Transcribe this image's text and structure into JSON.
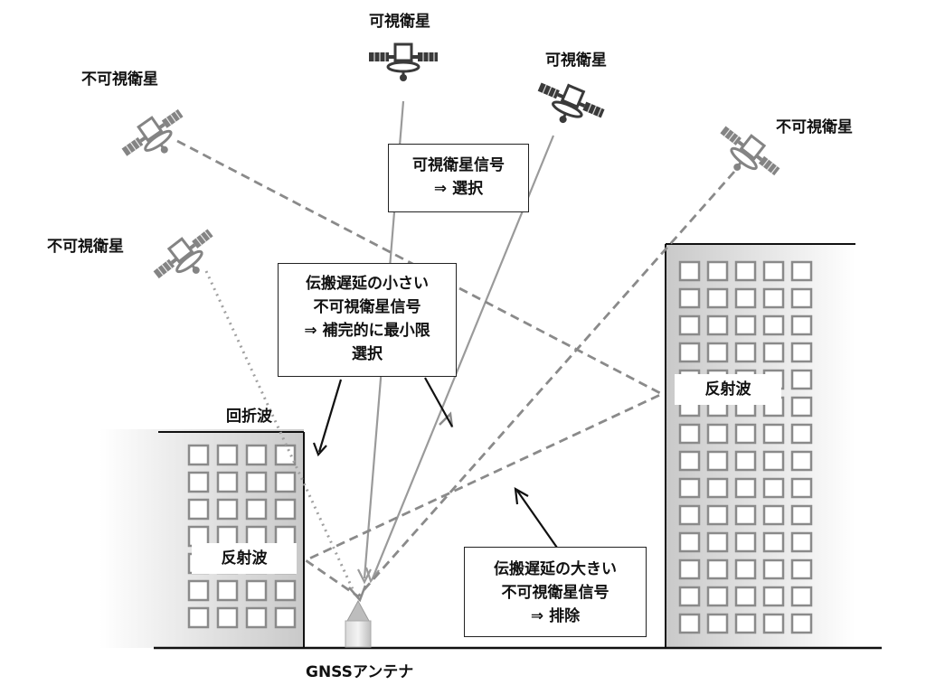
{
  "labels": {
    "visible_sat_1": "可視衛星",
    "visible_sat_2": "可視衛星",
    "invisible_sat_1": "不可視衛星",
    "invisible_sat_2": "不可視衛星",
    "invisible_sat_3": "不可視衛星",
    "diffraction": "回折波",
    "reflected_left": "反射波",
    "reflected_right": "反射波",
    "antenna": "GNSSアンテナ"
  },
  "boxes": {
    "visible_signal": {
      "line1": "可視衛星信号",
      "line2": "⇒ 選択"
    },
    "small_delay": {
      "line1": "伝搬遅延の小さい",
      "line2": "不可視衛星信号",
      "line3": "⇒ 補完的に最小限",
      "line4": "選択"
    },
    "large_delay": {
      "line1": "伝搬遅延の大きい",
      "line2": "不可視衛星信号",
      "line3": "⇒ 排除"
    }
  },
  "colors": {
    "solid_signal": "#9a9a9a",
    "dashed_signal": "#8a8a8a",
    "dotted_signal": "#a0a0a0",
    "arrow": "#111111",
    "window_stroke": "#8a8a8a",
    "ground": "#111111"
  },
  "icons": [
    "satellite-icon",
    "gnss-antenna-icon"
  ]
}
